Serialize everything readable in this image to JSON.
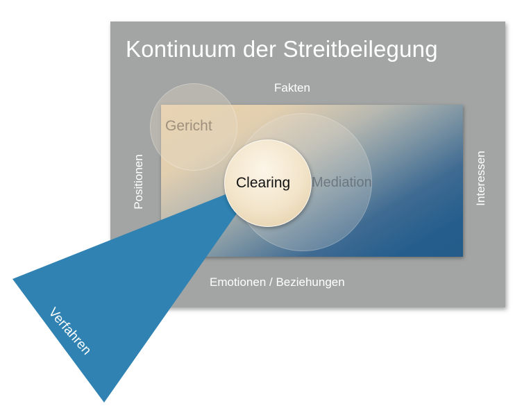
{
  "title": "Kontinuum der Streitbeilegung",
  "axes": {
    "top": "Fakten",
    "bottom": "Emotionen / Beziehungen",
    "left": "Positionen",
    "right": "Interessen"
  },
  "circles": {
    "gericht": "Gericht",
    "mediation": "Mediation",
    "clearing": "Clearing"
  },
  "wedge_label": "Verfahren",
  "colors": {
    "panel": "#a2a5a4",
    "wedge": "#2f82b1",
    "field_warm": "#ecd3ab",
    "field_cool": "#245b89"
  }
}
